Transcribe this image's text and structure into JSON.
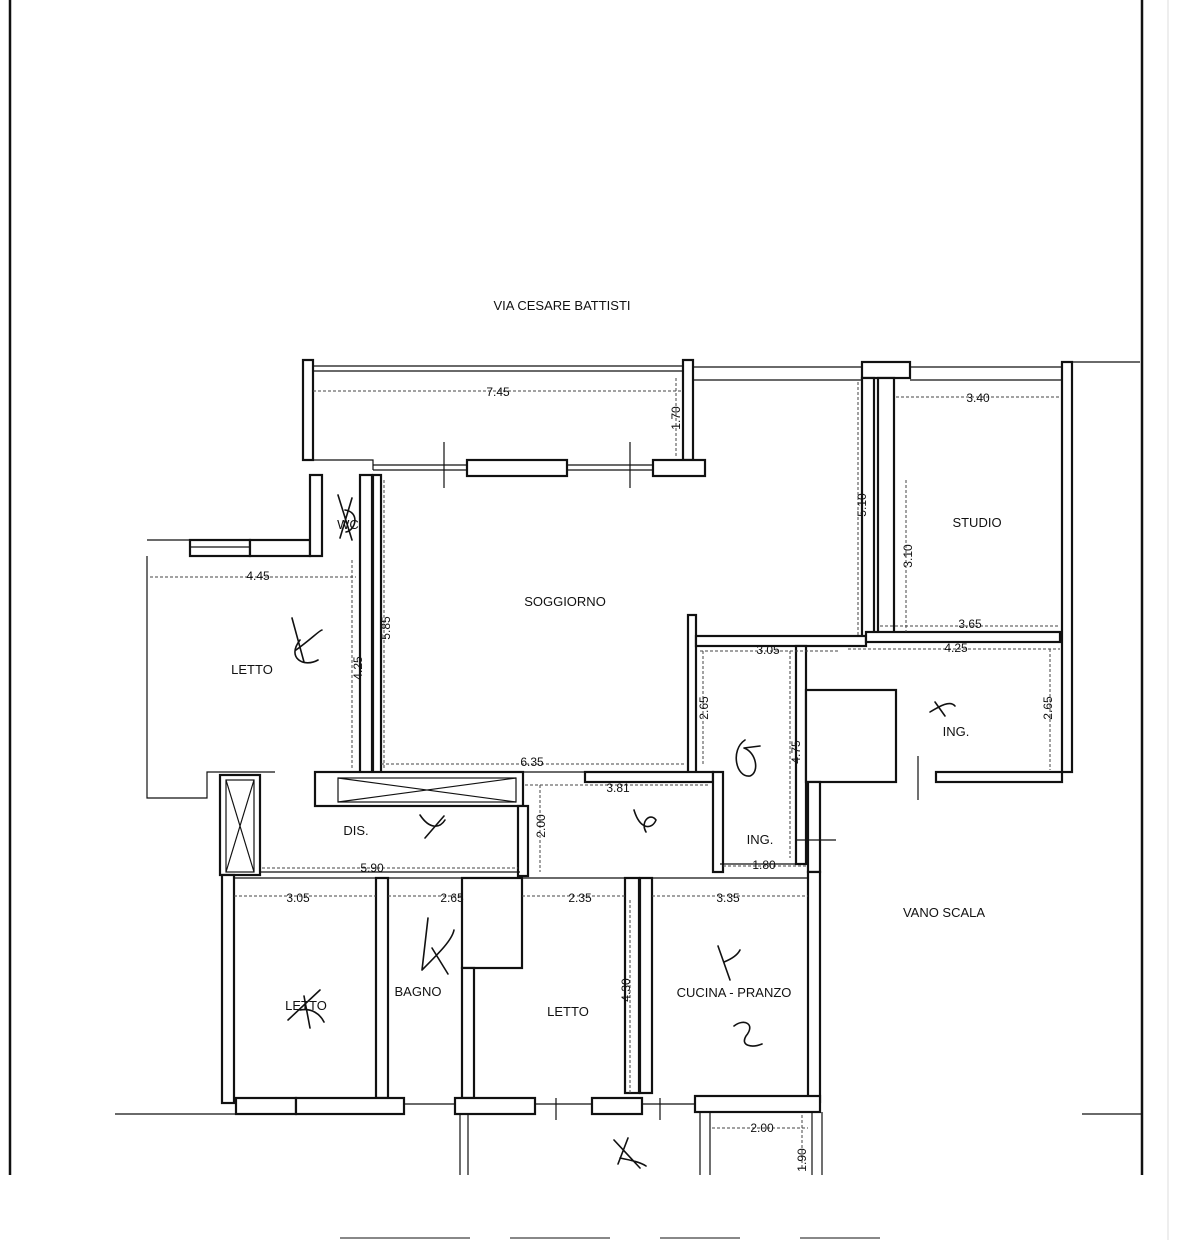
{
  "street": "VIA CESARE BATTISTI",
  "rooms": {
    "soggiorno": "SOGGIORNO",
    "studio": "STUDIO",
    "letto_left": "LETTO",
    "wc": "WC",
    "dis": "DIS.",
    "ing_center": "ING.",
    "ing_right": "ING.",
    "letto_bottom_left": "LETTO",
    "bagno": "BAGNO",
    "letto_bottom_mid": "LETTO",
    "cucina": "CUCINA - PRANZO",
    "vano_scala": "VANO SCALA"
  },
  "dimensions": {
    "balcony_width": "7.45",
    "balcony_depth": "1.70",
    "studio_width": "3.40",
    "soggiorno_height": "5.10",
    "studio_height": "3.10",
    "studio_bottom": "3.65",
    "ing_right_width": "4.25",
    "ing_right_height": "2.65",
    "ing_center_width": "3.05",
    "ing_center_mid": "2.65",
    "ing_center_height": "4.75",
    "ing_center_bottom": "1.80",
    "letto_width": "4.45",
    "letto_height": "4.25",
    "soggiorno_depth": "5.85",
    "soggiorno_width": "6.35",
    "corridor_width": "3.81",
    "corridor_height": "2.00",
    "dis_width": "5.90",
    "bed1_width": "3.05",
    "bath_width": "2.65",
    "bed2_width": "2.35",
    "kitchen_width": "3.35",
    "bed2_height": "4.30",
    "balcony2_width": "2.00",
    "balcony2_depth": "1.90"
  }
}
